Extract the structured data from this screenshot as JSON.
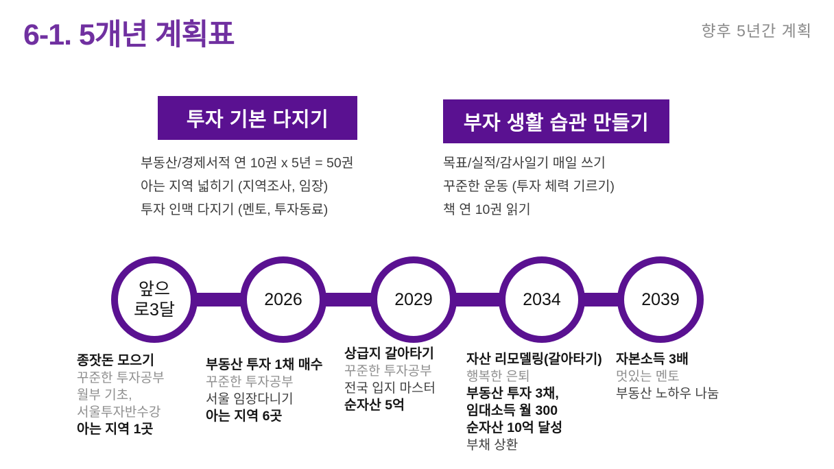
{
  "header": {
    "title": "6-1. 5개년 계획표",
    "subtitle": "향후 5년간 계획"
  },
  "sections": [
    {
      "heading": "투자 기본 다지기",
      "items": [
        "부동산/경제서적 연 10권 x 5년 = 50권",
        "아는 지역 넓히기 (지역조사, 임장)",
        "투자 인맥 다지기 (멘토, 투자동료)"
      ]
    },
    {
      "heading": "부자 생활 습관 만들기",
      "items": [
        "목표/실적/감사일기 매일 쓰기",
        "꾸준한 운동 (투자 체력 기르기)",
        "책 연 10권 읽기"
      ]
    }
  ],
  "timeline": {
    "milestones": [
      {
        "label": "앞으\n로3달",
        "notes": [
          "종잣돈 모으기",
          "꾸준한 투자공부",
          "월부 기초,",
          "서울투자반수강",
          "아는 지역 1곳"
        ]
      },
      {
        "label": "2026",
        "notes": [
          "부동산 투자 1채 매수",
          "꾸준한 투자공부",
          "서울 임장다니기",
          "아는 지역 6곳"
        ]
      },
      {
        "label": "2029",
        "notes": [
          "상급지 갈아타기",
          "꾸준한 투자공부",
          "전국 입지 마스터",
          "순자산 5억"
        ]
      },
      {
        "label": "2034",
        "notes": [
          "자산 리모델링(갈아타기)",
          "행복한 은퇴",
          "부동산 투자 3채,",
          "임대소득 월 300",
          "순자산 10억 달성",
          "부채 상환"
        ]
      },
      {
        "label": "2039",
        "notes": [
          "자본소득 3배",
          "멋있는 멘토",
          "부동산 노하우 나눔"
        ]
      }
    ]
  },
  "colors": {
    "accent_purple": "#5a1191",
    "title_purple": "#7030a0",
    "muted_gray": "#8f8f8f"
  }
}
